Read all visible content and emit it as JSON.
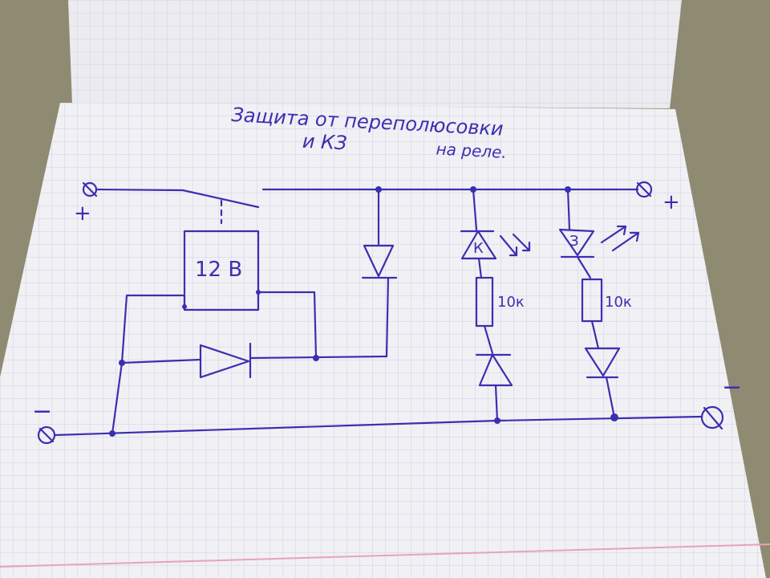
{
  "title": {
    "line1": "Защита от переполюсовки",
    "line2_left": "и КЗ",
    "line2_right": "на реле."
  },
  "terminals": {
    "top_left_sign": "+",
    "top_right_sign": "+",
    "bottom_left_sign": "−",
    "bottom_right_sign": "−"
  },
  "relay": {
    "label": "12 В"
  },
  "led_k": {
    "label": "К"
  },
  "led_z": {
    "label": "З"
  },
  "resistor_1": {
    "label": "10к"
  },
  "resistor_2": {
    "label": "10к"
  },
  "colors": {
    "ink": "#3b2fb0",
    "paper": "#f1f0f4",
    "grid": "#cfd0e6",
    "margin_line": "#e7a3b8"
  }
}
